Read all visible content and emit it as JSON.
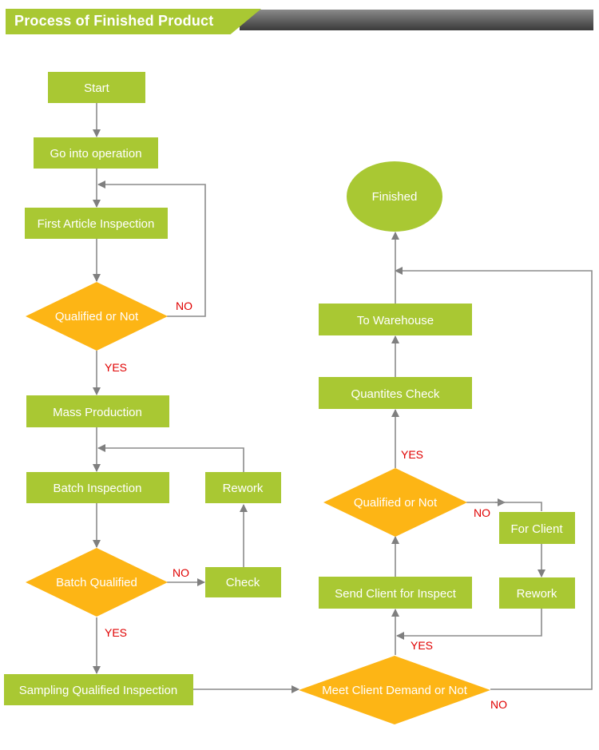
{
  "header": {
    "title": "Process of Finished Product"
  },
  "colors": {
    "box": "#a9c833",
    "diamond": "#fdb515",
    "line": "#8c8c8c",
    "label": "#e00000",
    "header_bar": "#4a4a4a"
  },
  "nodes": {
    "start": "Start",
    "operation": "Go into operation",
    "first_article": "First Article Inspection",
    "qualified_1": "Qualified or Not",
    "mass_production": "Mass Production",
    "batch_inspection": "Batch Inspection",
    "rework_1": "Rework",
    "batch_qualified": "Batch Qualified",
    "check": "Check",
    "sampling": "Sampling Qualified Inspection",
    "meet_client": "Meet Client Demand or Not",
    "send_client": "Send Client for Inspect",
    "qualified_2": "Qualified or Not",
    "for_client": "For Client",
    "rework_2": "Rework",
    "quantities_check": "Quantites Check",
    "warehouse": "To Warehouse",
    "finished": "Finished"
  },
  "edge_labels": {
    "q1_no": "NO",
    "q1_yes": "YES",
    "bq_no": "NO",
    "bq_yes": "YES",
    "q2_yes": "YES",
    "q2_no": "NO",
    "mc_yes": "YES",
    "mc_no": "NO"
  }
}
